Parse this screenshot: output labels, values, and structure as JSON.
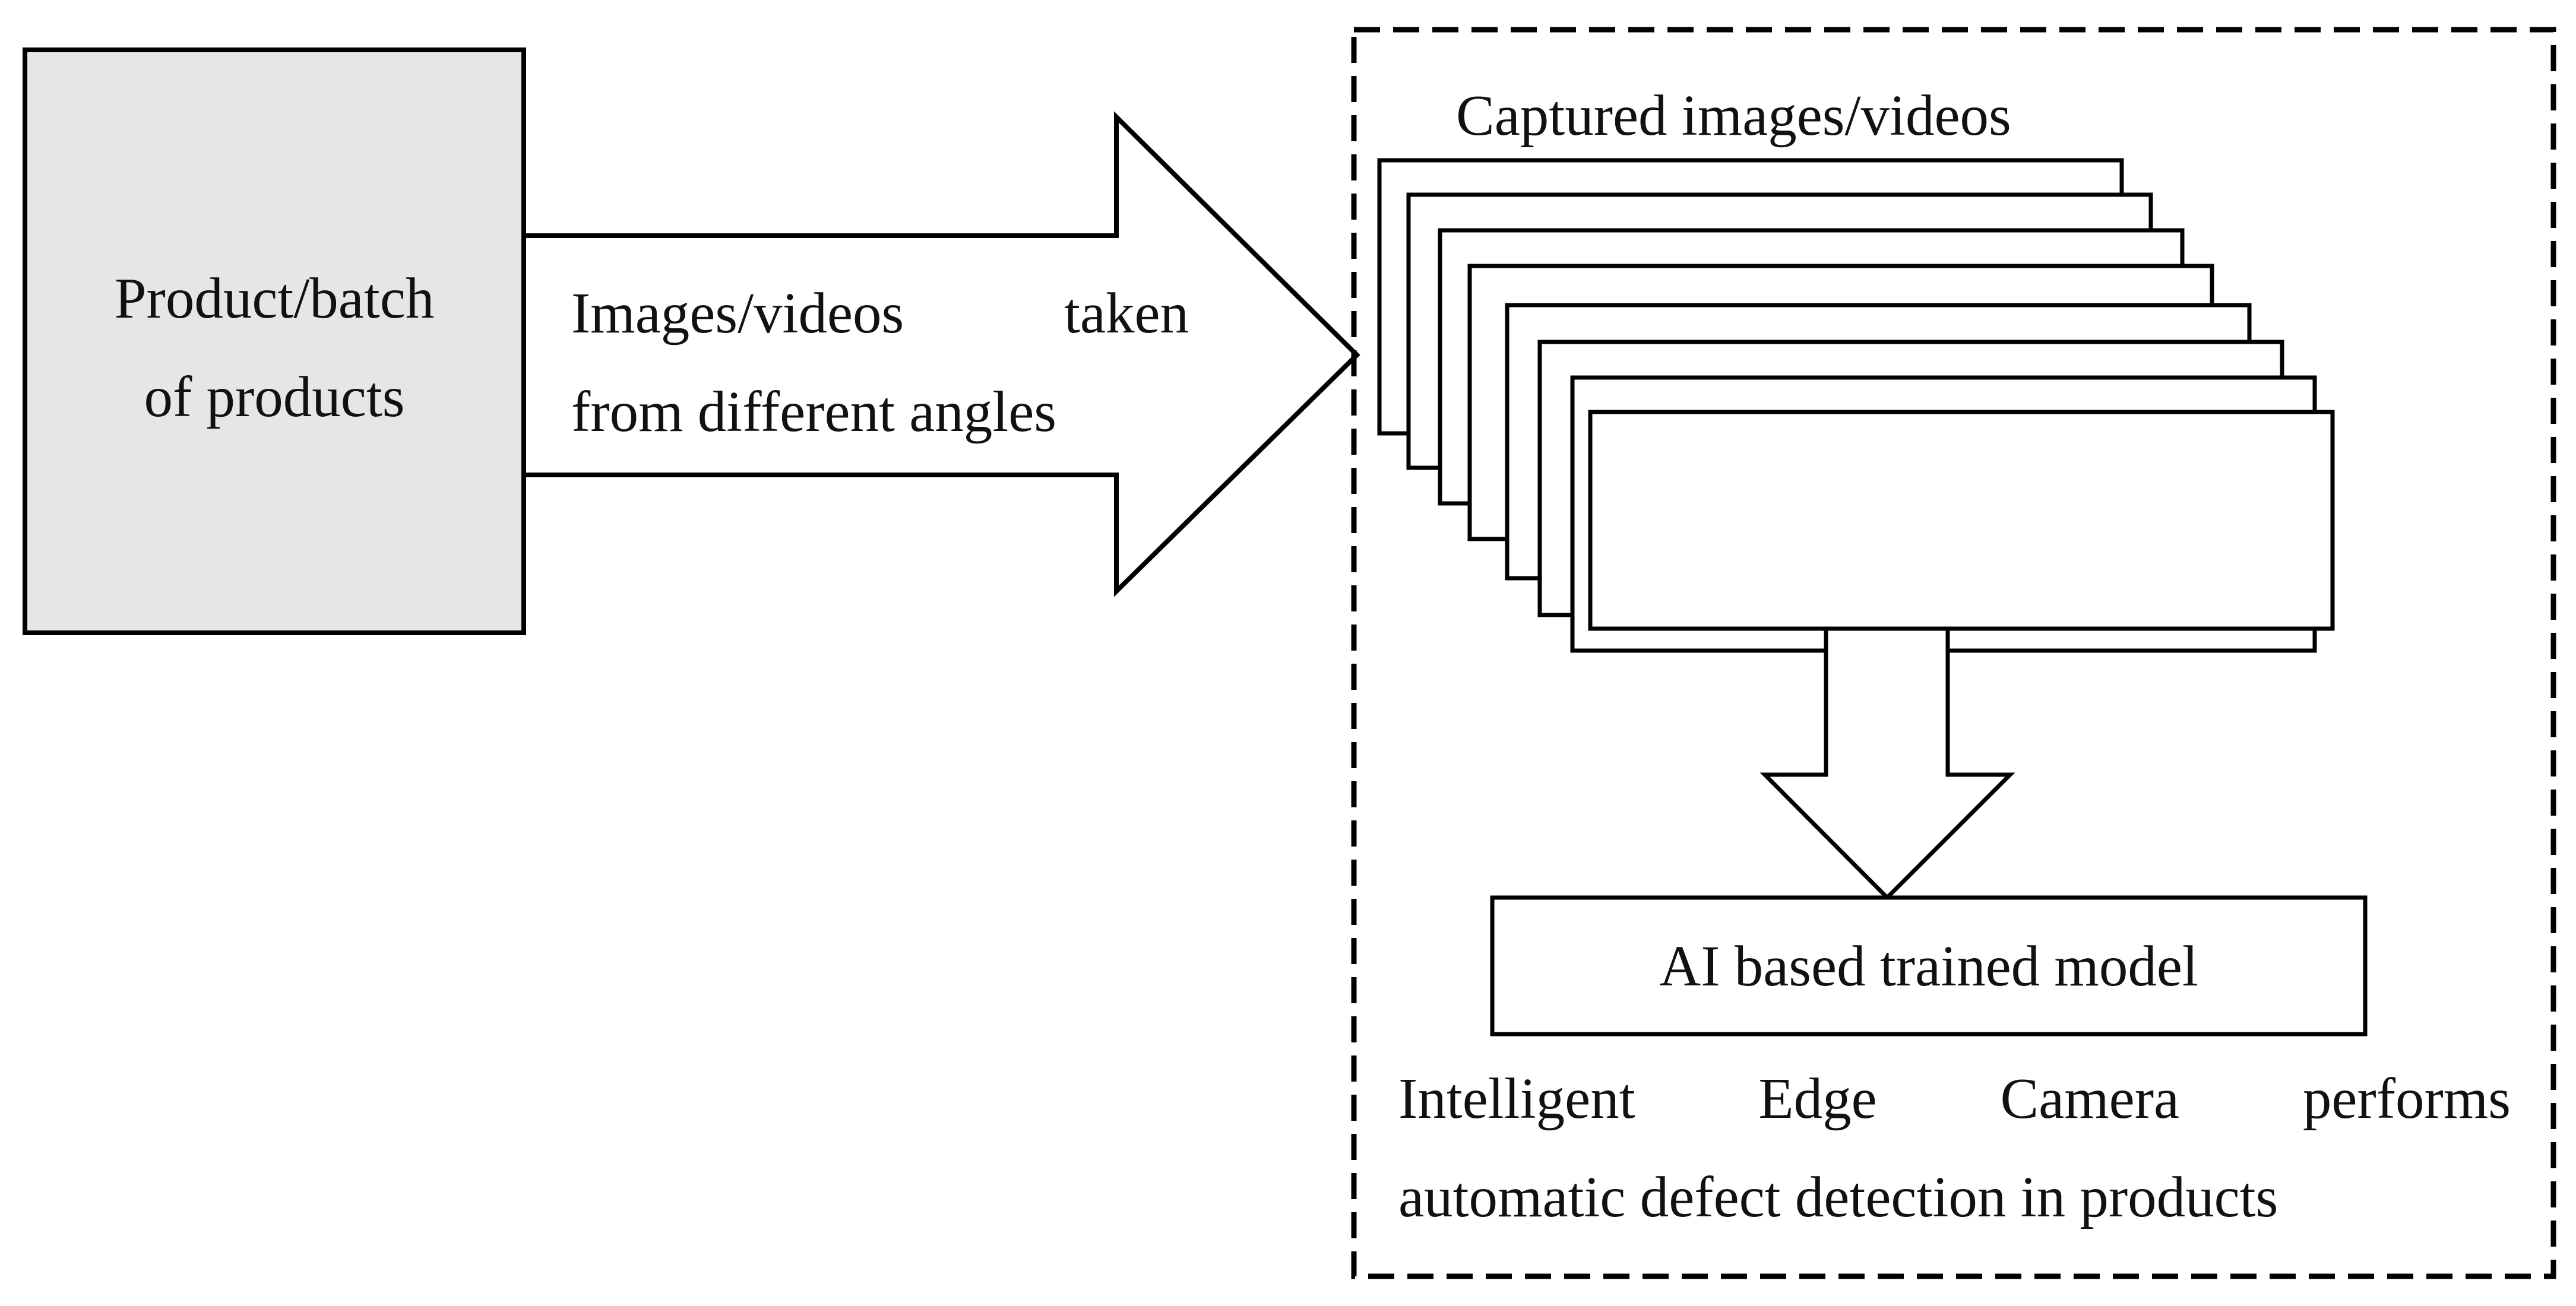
{
  "product_box": {
    "line1": "Product/batch",
    "line2": "of products",
    "fill": "#e6e6e6"
  },
  "capture_arrow": {
    "line1_word1": "Images/videos",
    "line1_word2": "taken",
    "line2": "from different angles"
  },
  "edge_camera_region": {
    "captured_label": "Captured images/videos",
    "model_label": "AI based trained model",
    "caption_line1": [
      "Intelligent",
      "Edge",
      "Camera",
      "performs"
    ],
    "caption_line2": "automatic defect detection in products"
  }
}
